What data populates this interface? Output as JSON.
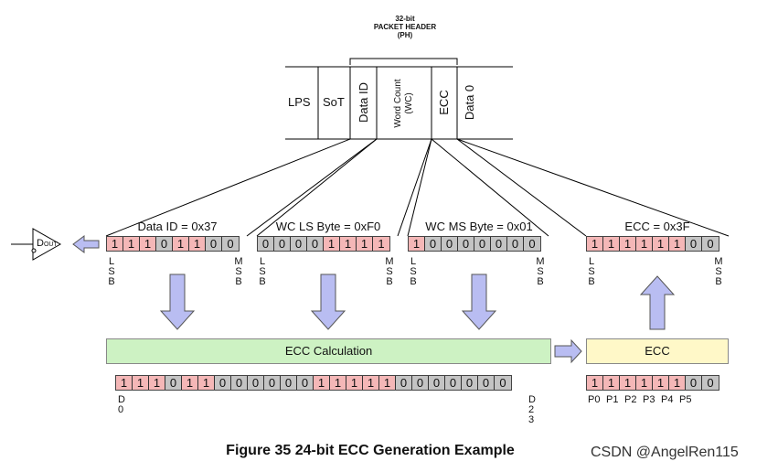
{
  "packet_header": {
    "title_line1": "32-bit",
    "title_line2": "PACKET HEADER",
    "title_line3": "(PH)",
    "lps": "LPS",
    "sot": "SoT",
    "data_id": "Data ID",
    "word_count_line1": "Word Count",
    "word_count_line2": "(WC)",
    "ecc": "ECC",
    "data0": "Data 0"
  },
  "bytes": [
    {
      "title": "Data ID = 0x37",
      "bits": [
        "1",
        "1",
        "1",
        "0",
        "1",
        "1",
        "0",
        "0"
      ],
      "highlight": [
        true,
        true,
        true,
        false,
        true,
        true,
        false,
        false
      ]
    },
    {
      "title": "WC LS Byte = 0xF0",
      "bits": [
        "0",
        "0",
        "0",
        "0",
        "1",
        "1",
        "1",
        "1"
      ],
      "highlight": [
        false,
        false,
        false,
        false,
        true,
        true,
        true,
        true
      ]
    },
    {
      "title": "WC MS Byte = 0x01",
      "bits": [
        "1",
        "0",
        "0",
        "0",
        "0",
        "0",
        "0",
        "0"
      ],
      "highlight": [
        true,
        false,
        false,
        false,
        false,
        false,
        false,
        false
      ]
    },
    {
      "title": "ECC = 0x3F",
      "bits": [
        "1",
        "1",
        "1",
        "1",
        "1",
        "1",
        "0",
        "0"
      ],
      "highlight": [
        true,
        true,
        true,
        true,
        true,
        true,
        false,
        false
      ]
    }
  ],
  "lsb_label": [
    "L",
    "S",
    "B"
  ],
  "msb_label": [
    "M",
    "S",
    "B"
  ],
  "dout_label": "D",
  "dout_sub": "OUT",
  "ecc_calc_label": "ECC Calculation",
  "ecc_box_label": "ECC",
  "bits24": [
    "1",
    "1",
    "1",
    "0",
    "1",
    "1",
    "0",
    "0",
    "0",
    "0",
    "0",
    "0",
    "1",
    "1",
    "1",
    "1",
    "1",
    "0",
    "0",
    "0",
    "0",
    "0",
    "0",
    "0"
  ],
  "bits24_highlight": [
    true,
    true,
    true,
    false,
    true,
    true,
    false,
    false,
    false,
    false,
    false,
    false,
    true,
    true,
    true,
    true,
    true,
    false,
    false,
    false,
    false,
    false,
    false,
    false
  ],
  "d0_label": [
    "D",
    "0"
  ],
  "d23_label": [
    "D",
    "2",
    "3"
  ],
  "ecc_bits": [
    "1",
    "1",
    "1",
    "1",
    "1",
    "1",
    "0",
    "0"
  ],
  "ecc_bits_highlight": [
    true,
    true,
    true,
    true,
    true,
    true,
    false,
    false
  ],
  "parity_labels": [
    "P0",
    "P1",
    "P2",
    "P3",
    "P4",
    "P5"
  ],
  "caption": "Figure 35 24-bit ECC Generation Example",
  "watermark": "CSDN @AngelRen115",
  "colors": {
    "highlight": "#f4b7b7",
    "grey": "#c4c4c4",
    "arrow": "#b9bdf2",
    "calc": "#cdf2c3",
    "ecc": "#fff8c8"
  }
}
